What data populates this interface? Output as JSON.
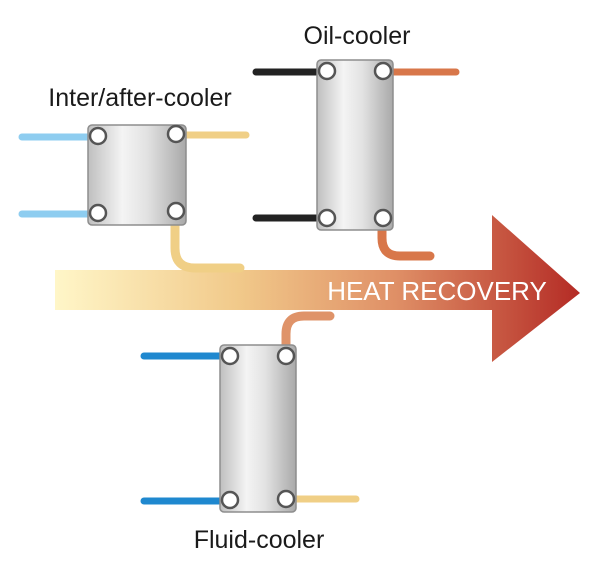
{
  "labels": {
    "intercooler": "Inter/after-cooler",
    "oilcooler": "Oil-cooler",
    "fluidcooler": "Fluid-cooler",
    "arrow": "HEAT RECOVERY"
  },
  "colors": {
    "light_blue": "#8ecdf0",
    "dark_blue": "#1f88cf",
    "black_pipe": "#222222",
    "orange_pipe": "#d8774a",
    "tan_pipe": "#f0cf86",
    "arrow_start": "#fff4c4",
    "arrow_end": "#b72d26"
  }
}
